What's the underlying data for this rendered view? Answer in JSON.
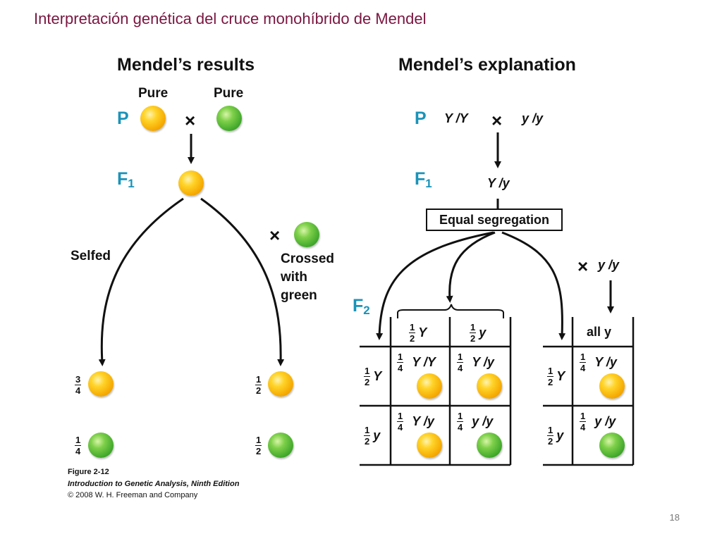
{
  "slide": {
    "title": "Interpretación genética del cruce monohíbrido de Mendel",
    "page_number": "18"
  },
  "results": {
    "heading": "Mendel’s results",
    "pure_label": "Pure",
    "p_label": "P",
    "f1_label": "F",
    "f1_sub": "1",
    "cross_symbol": "×",
    "selfed": "Selfed",
    "crossed_with_green": [
      "Crossed",
      "with",
      "green"
    ],
    "frac_three_quarters": {
      "num": "3",
      "den": "4"
    },
    "frac_one_quarter": {
      "num": "1",
      "den": "4"
    },
    "frac_half": {
      "num": "1",
      "den": "2"
    }
  },
  "explanation": {
    "heading": "Mendel’s explanation",
    "p_label": "P",
    "p_left_genotype": "Y /Y",
    "p_right_genotype": "y /y",
    "f1_label": "F",
    "f1_sub": "1",
    "f1_genotype": "Y /y",
    "equal_segregation": "Equal segregation",
    "f2_label": "F",
    "f2_sub": "2",
    "testcross_genotype": "y /y",
    "grid_left": {
      "col_headers": [
        {
          "num": "1",
          "den": "2",
          "allele": "Y"
        },
        {
          "num": "1",
          "den": "2",
          "allele": "y"
        }
      ],
      "row_headers": [
        {
          "num": "1",
          "den": "2",
          "allele": "Y"
        },
        {
          "num": "1",
          "den": "2",
          "allele": "y"
        }
      ],
      "cells": [
        [
          {
            "num": "1",
            "den": "4",
            "genotype": "Y /Y",
            "color": "yellow"
          },
          {
            "num": "1",
            "den": "4",
            "genotype": "Y /y",
            "color": "yellow"
          }
        ],
        [
          {
            "num": "1",
            "den": "4",
            "genotype": "Y /y",
            "color": "yellow"
          },
          {
            "num": "1",
            "den": "4",
            "genotype": "y /y",
            "color": "green"
          }
        ]
      ]
    },
    "grid_right": {
      "col_header": "all y",
      "row_headers": [
        {
          "num": "1",
          "den": "2",
          "allele": "Y"
        },
        {
          "num": "1",
          "den": "2",
          "allele": "y"
        }
      ],
      "cells": [
        {
          "num": "1",
          "den": "4",
          "genotype": "Y /y",
          "color": "yellow"
        },
        {
          "num": "1",
          "den": "4",
          "genotype": "y /y",
          "color": "green"
        }
      ]
    }
  },
  "caption": {
    "figure": "Figure 2-12",
    "book": "Introduction to Genetic Analysis, Ninth Edition",
    "copyright": "© 2008 W. H. Freeman and Company"
  },
  "colors": {
    "title": "#7a1640",
    "generation_label": "#1b93b8",
    "yellow_pea": "#f5a800",
    "green_pea": "#3fa72a"
  }
}
